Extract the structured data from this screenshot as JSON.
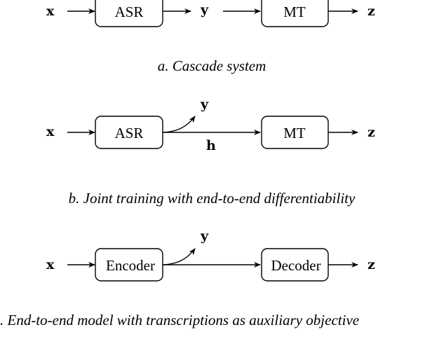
{
  "panel_a": {
    "input": "x",
    "block1": "ASR",
    "middle": "y",
    "block2": "MT",
    "output": "z",
    "caption": "a. Cascade system"
  },
  "panel_b": {
    "input": "x",
    "block1": "ASR",
    "branch": "y",
    "hidden": "h",
    "block2": "MT",
    "output": "z",
    "caption": "b. Joint training with end-to-end differentiability"
  },
  "panel_c": {
    "input": "x",
    "block1": "Encoder",
    "branch": "y",
    "block2": "Decoder",
    "output": "z",
    "caption": ". End-to-end model with transcriptions as auxiliary objective"
  }
}
